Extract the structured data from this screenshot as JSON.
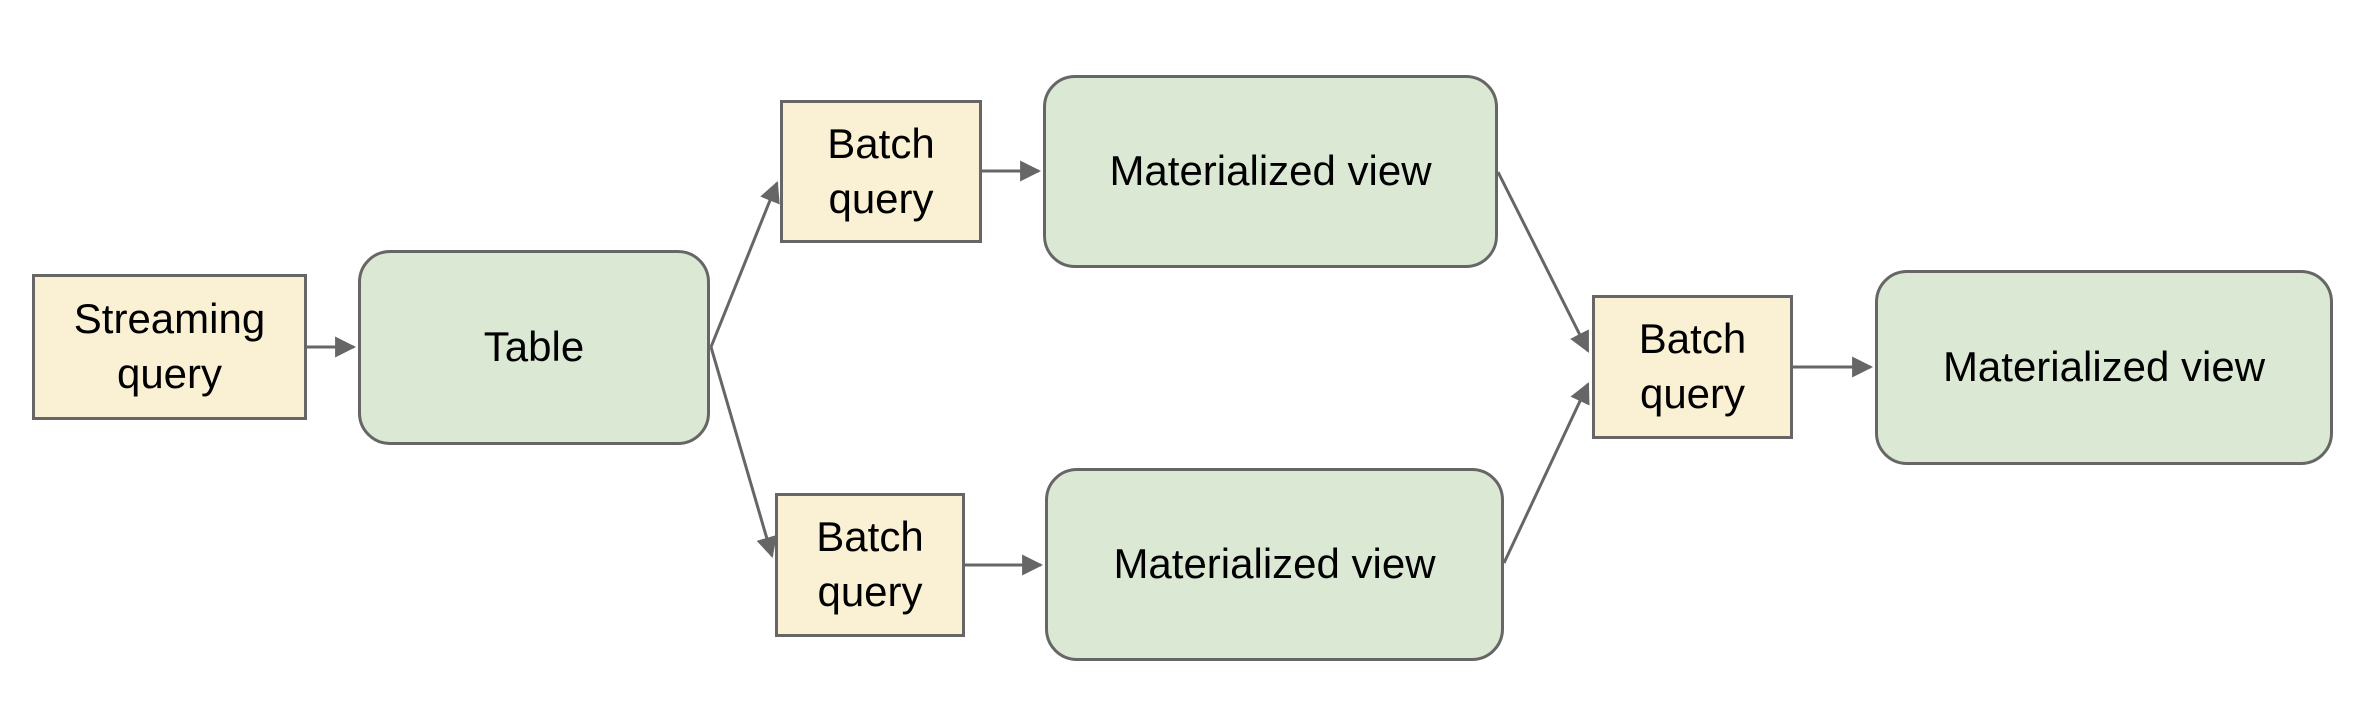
{
  "diagram": {
    "background_color": "#ffffff",
    "colors": {
      "query_box_fill": "#faf1d4",
      "view_box_fill": "#dbe8d4",
      "box_border": "#666666",
      "arrow": "#666666",
      "text": "#000000"
    },
    "nodes": {
      "streaming_query": {
        "label": "Streaming query",
        "shape": "rectangle",
        "fill": "#faf1d4"
      },
      "table": {
        "label": "Table",
        "shape": "rounded-rectangle",
        "fill": "#dbe8d4"
      },
      "batch_query_top": {
        "label": "Batch query",
        "shape": "rectangle",
        "fill": "#faf1d4"
      },
      "materialized_view_top": {
        "label": "Materialized view",
        "shape": "rounded-rectangle",
        "fill": "#dbe8d4"
      },
      "batch_query_bottom": {
        "label": "Batch query",
        "shape": "rectangle",
        "fill": "#faf1d4"
      },
      "materialized_view_bottom": {
        "label": "Materialized view",
        "shape": "rounded-rectangle",
        "fill": "#dbe8d4"
      },
      "batch_query_merge": {
        "label": "Batch query",
        "shape": "rectangle",
        "fill": "#faf1d4"
      },
      "materialized_view_final": {
        "label": "Materialized view",
        "shape": "rounded-rectangle",
        "fill": "#dbe8d4"
      }
    },
    "edges": [
      {
        "from": "streaming_query",
        "to": "table"
      },
      {
        "from": "table",
        "to": "batch_query_top"
      },
      {
        "from": "table",
        "to": "batch_query_bottom"
      },
      {
        "from": "batch_query_top",
        "to": "materialized_view_top"
      },
      {
        "from": "batch_query_bottom",
        "to": "materialized_view_bottom"
      },
      {
        "from": "materialized_view_top",
        "to": "batch_query_merge"
      },
      {
        "from": "materialized_view_bottom",
        "to": "batch_query_merge"
      },
      {
        "from": "batch_query_merge",
        "to": "materialized_view_final"
      }
    ]
  }
}
